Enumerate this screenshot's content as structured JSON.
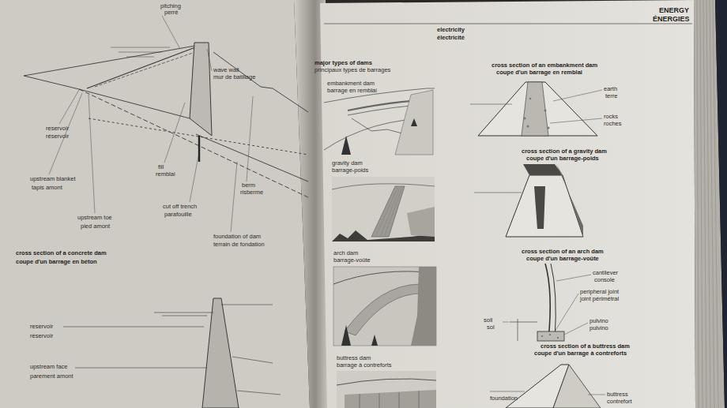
{
  "diagram": {
    "labels": [
      "pitching",
      "perré",
      "wave wall",
      "mur de batillage",
      "reservoir",
      "réservoir",
      "upstream blanket",
      "tapis amont",
      "fill",
      "remblai",
      "cut off trench",
      "parafouille",
      "upstream toe",
      "pied amont",
      "berm",
      "risberme",
      "foundation of dam",
      "terrain de fondation",
      "cross section of a concrete dam",
      "coupe d'un barrage en béton",
      "reservoir",
      "réservoir",
      "upstream face",
      "parement amont",
      "ENERGY",
      "ÉNERGIES",
      "electricity",
      "électricité",
      "major types of dams",
      "principaux types de barrages",
      "embankment dam",
      "barrage en remblai",
      "gravity dam",
      "barrage-poids",
      "arch dam",
      "barrage-voûte",
      "buttress dam",
      "barrage à contreforts",
      "cross section of an embankment dam",
      "coupe d'un barrage en remblai",
      "earth",
      "terre",
      "rocks",
      "roches",
      "cross section of a gravity dam",
      "coupe d'un barrage-poids",
      "cross section of an arch dam",
      "coupe d'un barrage-voûte",
      "cantilever",
      "console",
      "peripheral joint",
      "joint périmétral",
      "soil",
      "sol",
      "pulvino",
      "pulvino",
      "cross section of a buttress dam",
      "coupe d'un barrage à contreforts",
      "foundation",
      "buttress",
      "contrefort"
    ]
  }
}
